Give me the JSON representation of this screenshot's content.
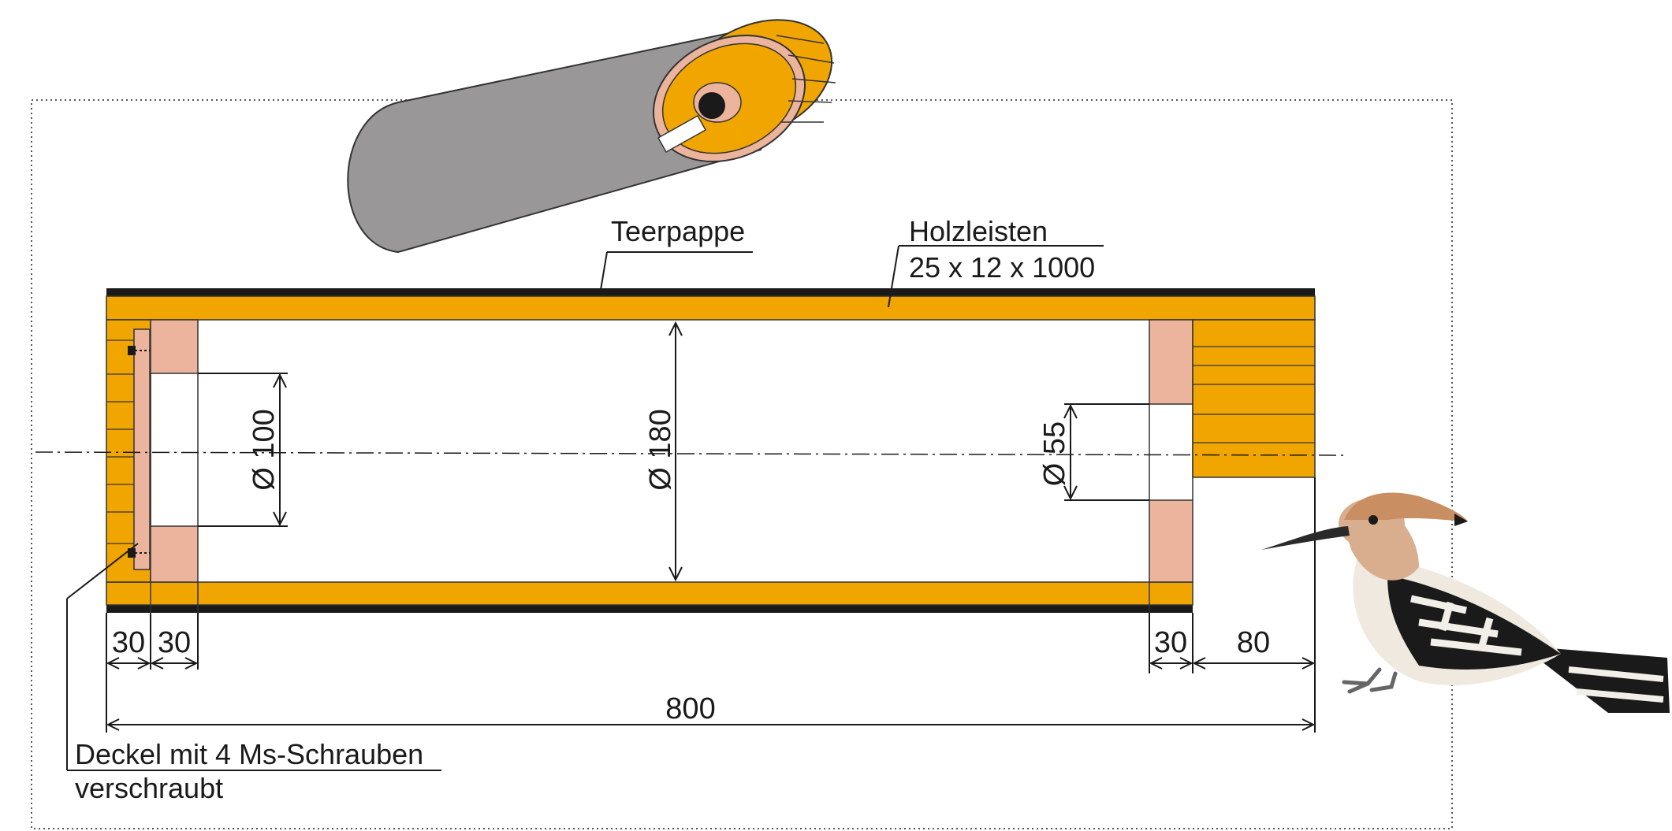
{
  "labels": {
    "teerpappe": "Teerpappe",
    "holzleisten_title": "Holzleisten",
    "holzleisten_size": "25 x 12 x 1000",
    "deckel_line1": "Deckel mit 4 Ms-Schrauben",
    "deckel_line2": "verschraubt"
  },
  "dimensions": {
    "inner_diameter": "Ø 180",
    "entrance_diameter": "Ø 100",
    "rear_hole_diameter": "Ø 55",
    "left_wall_1": "30",
    "left_wall_2": "30",
    "right_wall": "30",
    "overhang": "80",
    "total_length": "800"
  },
  "colors": {
    "wood": "#f0a500",
    "ring": "#ecb49d",
    "tarpaper": "#1a1a1a",
    "cylinder": "#9a9799",
    "line": "#1a1a1a"
  },
  "icons": {
    "bird": "hoopoe-bird-icon",
    "cylinder": "nest-tube-3d-icon"
  }
}
